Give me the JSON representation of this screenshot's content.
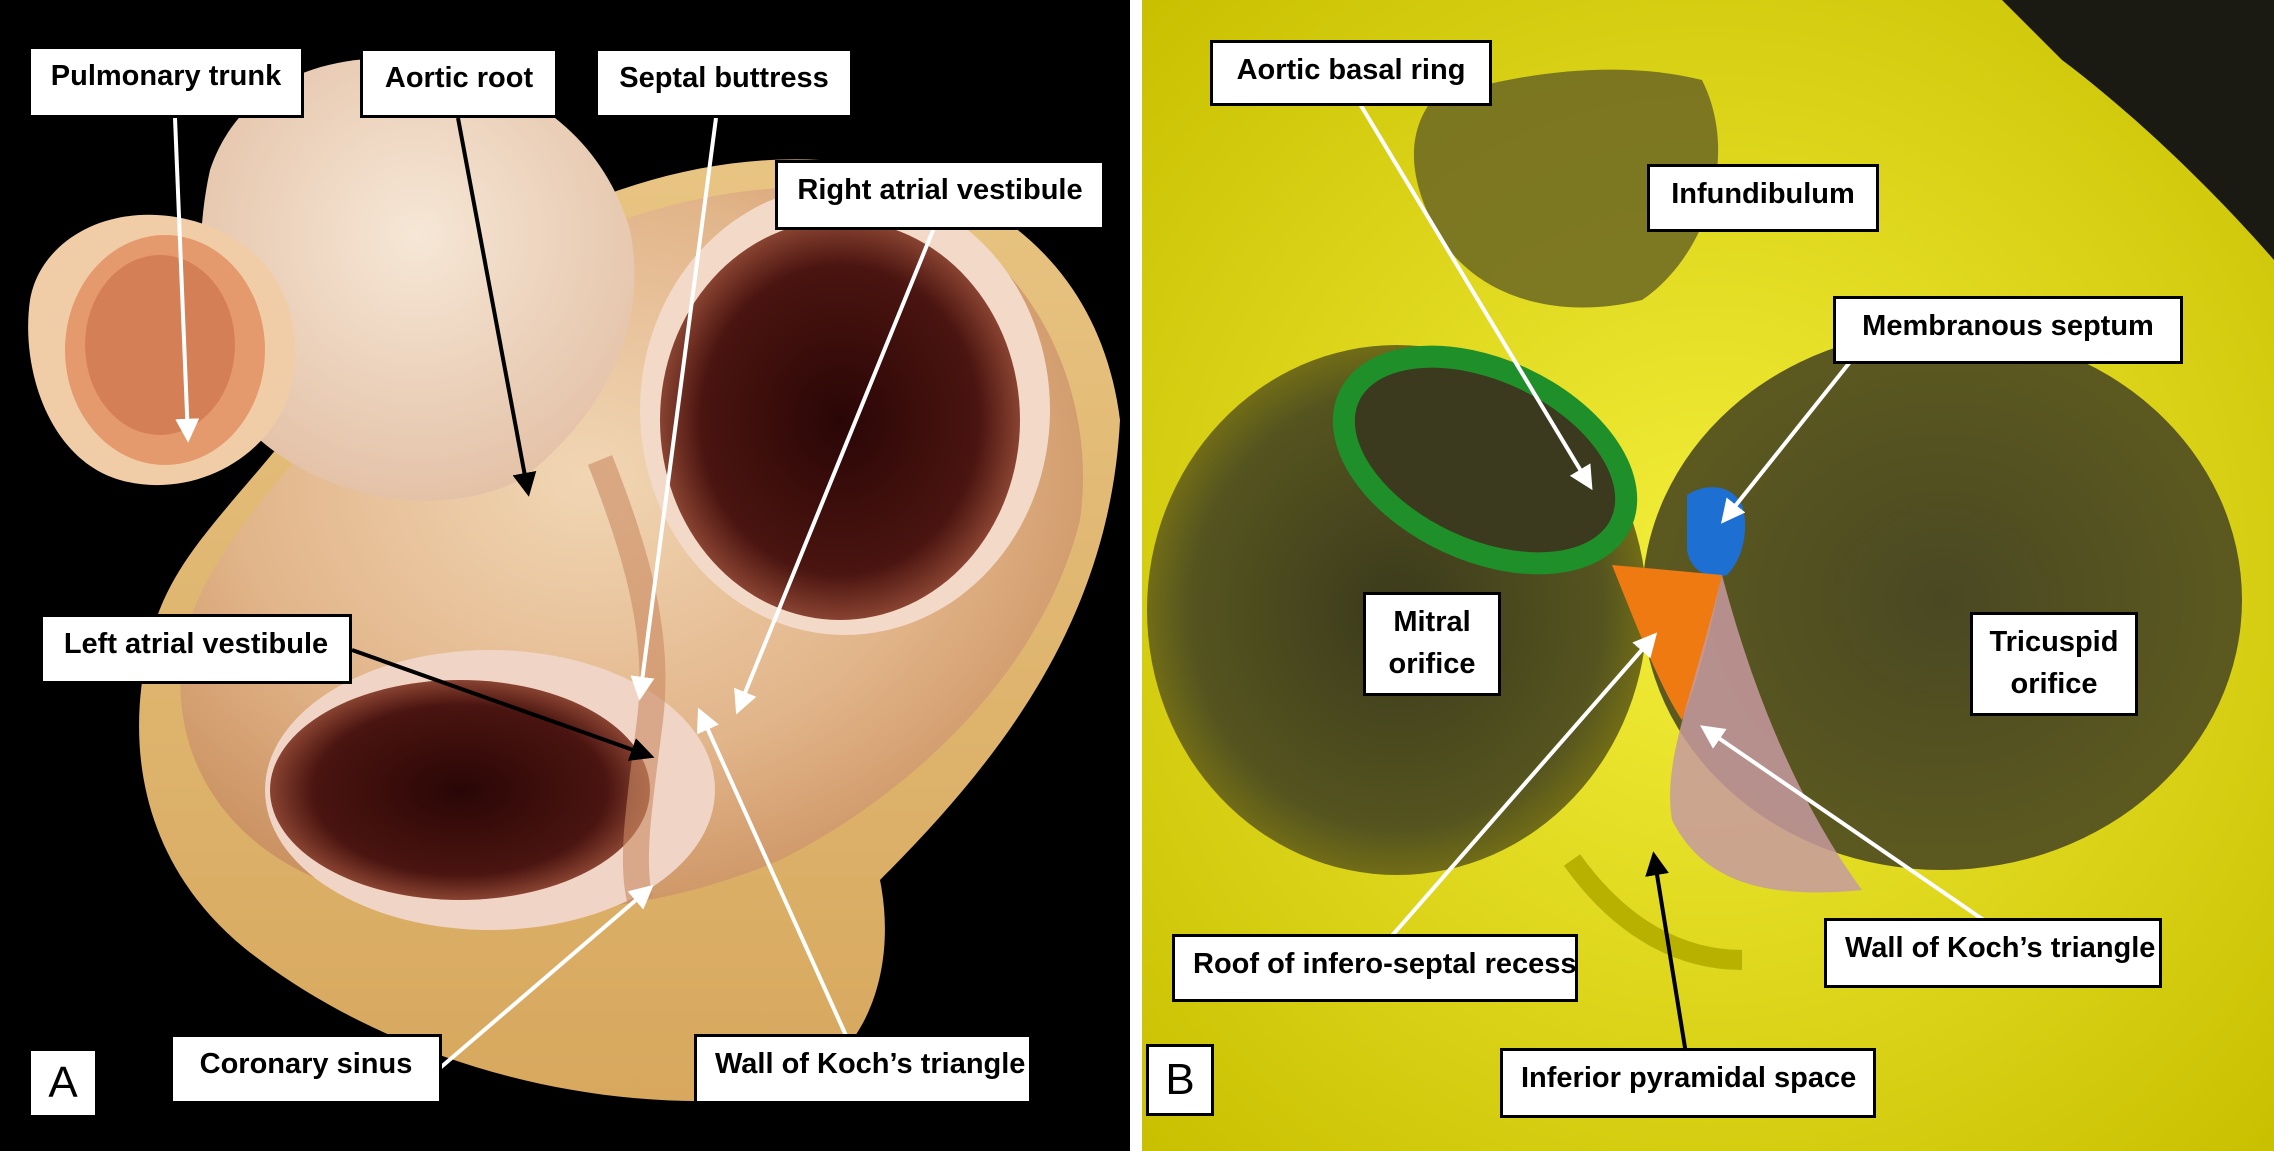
{
  "panel_a": {
    "letter": "A",
    "labels": {
      "pulmonary_trunk": "Pulmonary trunk",
      "aortic_root": "Aortic root",
      "septal_buttress": "Septal buttress",
      "right_atrial_vestibule": "Right atrial vestibule",
      "left_atrial_vestibule": "Left atrial vestibule",
      "coronary_sinus": "Coronary sinus",
      "wall_of_kochs_triangle": "Wall of Koch’s triangle"
    }
  },
  "panel_b": {
    "letter": "B",
    "labels": {
      "aortic_basal_ring": "Aortic basal ring",
      "infundibulum": "Infundibulum",
      "membranous_septum": "Membranous septum",
      "mitral_orifice": "Mitral orifice",
      "tricuspid_orifice": "Tricuspid orifice",
      "roof_of_infero_septal_recess": "Roof of infero-septal recess",
      "wall_of_kochs_triangle": "Wall of Koch’s triangle",
      "inferior_pyramidal_space": "Inferior pyramidal space"
    },
    "colors": {
      "background_yellow": "#e6df14",
      "aortic_basal_ring": "#1f8f2a",
      "membranous_septum": "#1d6fd1",
      "infero_septal_recess": "#f07a12",
      "kochs_triangle": "#c79aa0"
    }
  }
}
